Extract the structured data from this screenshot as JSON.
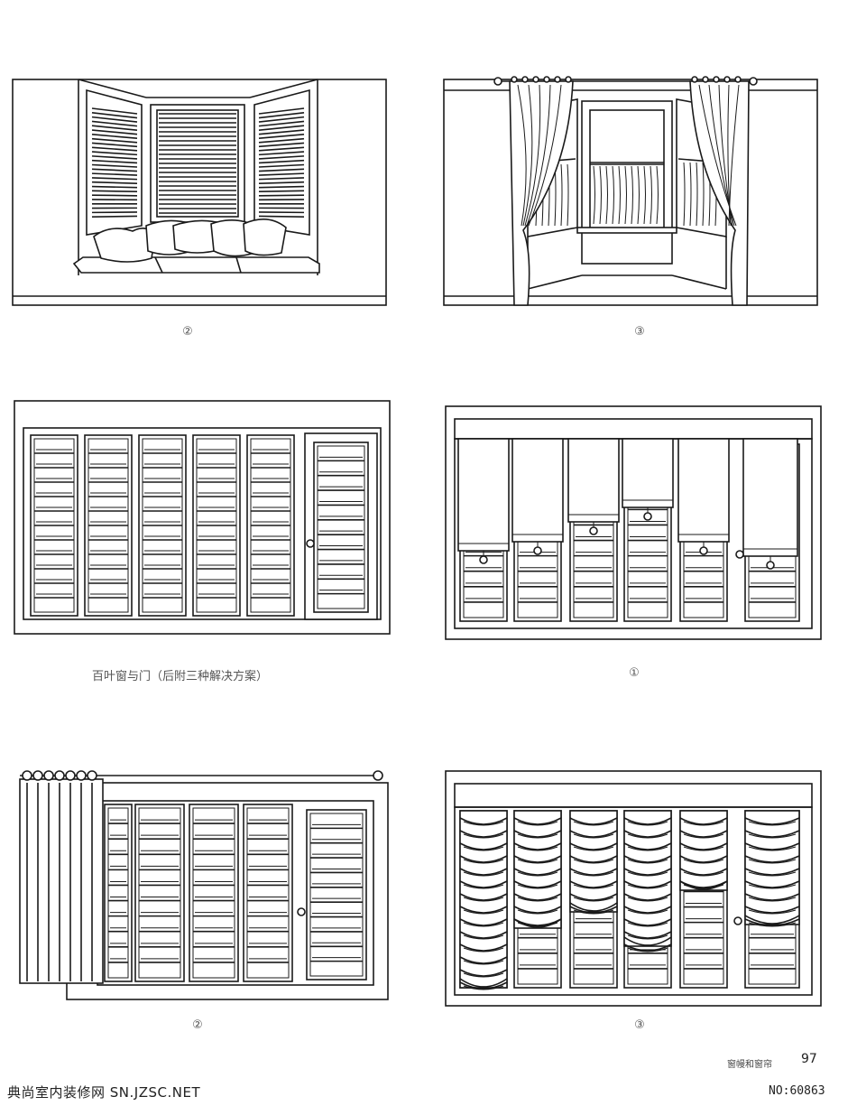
{
  "illustrations": [
    {
      "id": "bay-window-blinds",
      "caption": "②"
    },
    {
      "id": "bay-window-curtains",
      "caption": "③"
    },
    {
      "id": "shutter-wall-door",
      "caption": "百叶窗与门（后附三种解决方案）"
    },
    {
      "id": "shutters-roman-shades",
      "caption": "①"
    },
    {
      "id": "shutters-side-drape",
      "caption": "②"
    },
    {
      "id": "shutters-austrian-shades",
      "caption": "③"
    }
  ],
  "footer": {
    "section": "窗幔和窗帘",
    "page_number": "97"
  },
  "watermark": {
    "left": "典尚室内装修网 SN.JZSC.NET",
    "right": "NO:60863"
  }
}
